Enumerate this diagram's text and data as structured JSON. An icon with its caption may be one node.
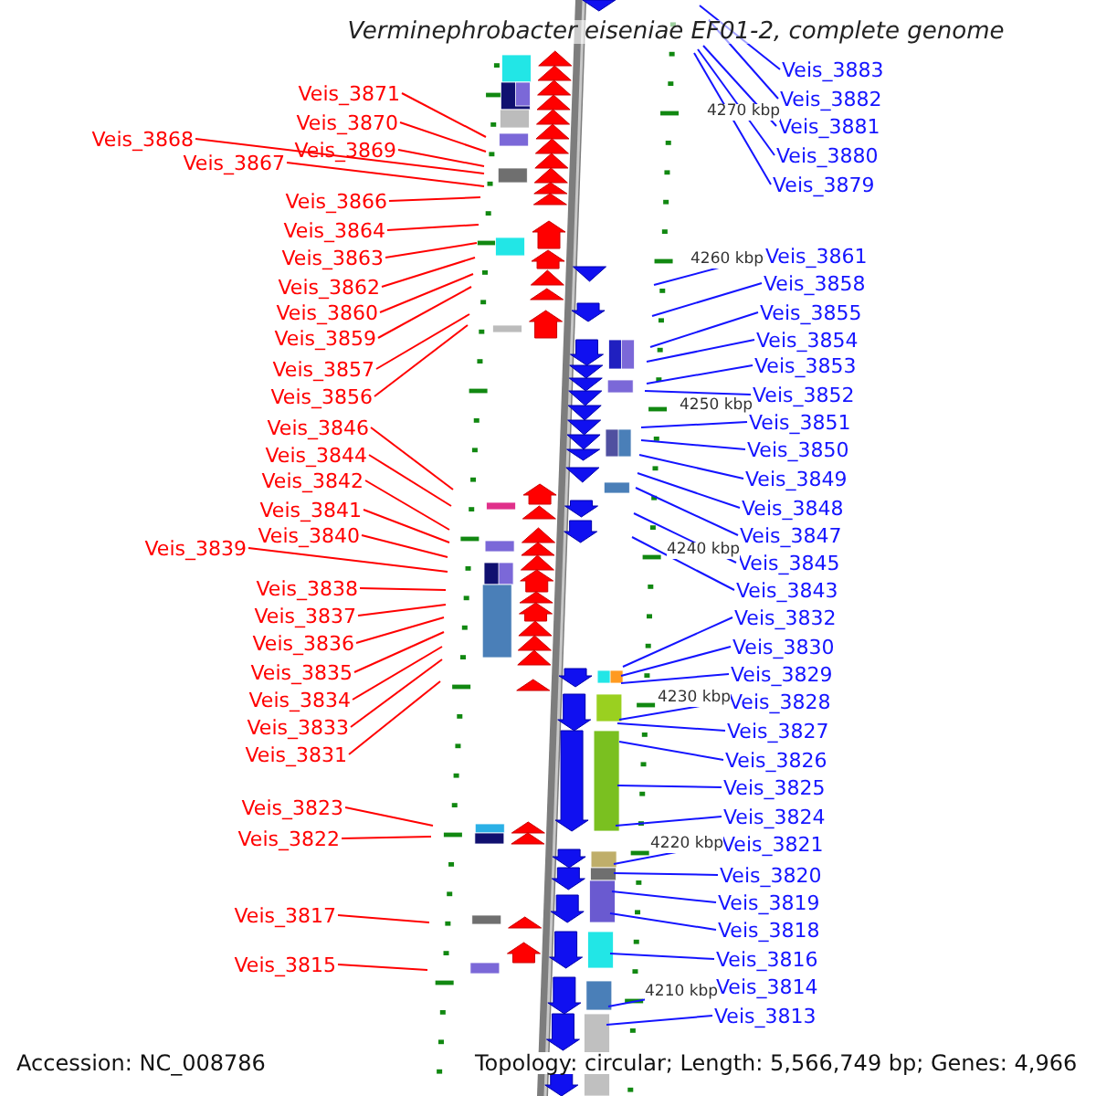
{
  "diagram": {
    "title": "Verminephrobacter eiseniae EF01-2, complete genome",
    "nodes": [
      {
        "text": [
          "Veis_3871"
        ]
      },
      {
        "text": [
          "Veis_3870"
        ]
      },
      {
        "text": [
          "Veis_3868"
        ]
      },
      {
        "text": [
          "Veis_3869"
        ]
      },
      {
        "text": [
          "Veis_3867"
        ]
      },
      {
        "text": [
          "Veis_3866"
        ]
      },
      {
        "text": [
          "Veis_3864"
        ]
      },
      {
        "text": [
          "Veis_3863"
        ]
      },
      {
        "text": [
          "Veis_3862"
        ]
      },
      {
        "text": [
          "Veis_3860"
        ]
      },
      {
        "text": [
          "Veis_3859"
        ]
      },
      {
        "text": [
          "Veis_3857"
        ]
      },
      {
        "text": [
          "Veis_3856"
        ]
      },
      {
        "text": [
          "Veis_3846"
        ]
      },
      {
        "text": [
          "Veis_3844"
        ]
      },
      {
        "text": [
          "Veis_3842"
        ]
      },
      {
        "text": [
          "Veis_3841"
        ]
      },
      {
        "text": [
          "Veis_3840"
        ]
      },
      {
        "text": [
          "Veis_3839"
        ]
      },
      {
        "text": [
          "Veis_3838"
        ]
      },
      {
        "text": [
          "Veis_3837"
        ]
      },
      {
        "text": [
          "Veis_3836"
        ]
      },
      {
        "text": [
          "Veis_3835"
        ]
      },
      {
        "text": [
          "Veis_3834"
        ]
      },
      {
        "text": [
          "Veis_3833"
        ]
      },
      {
        "text": [
          "Veis_3831"
        ]
      },
      {
        "text": [
          "Veis_3823"
        ]
      },
      {
        "text": [
          "Veis_3822"
        ]
      },
      {
        "text": [
          "Veis_3817"
        ]
      },
      {
        "text": [
          "Veis_3815"
        ]
      },
      {
        "text": [
          "Veis_3883"
        ]
      },
      {
        "text": [
          "Veis_3882"
        ]
      },
      {
        "text": [
          "Veis_3881"
        ]
      },
      {
        "text": [
          "Veis_3880"
        ]
      },
      {
        "text": [
          "Veis_3879"
        ]
      },
      {
        "text": [
          "Veis_3861"
        ]
      },
      {
        "text": [
          "Veis_3858"
        ]
      },
      {
        "text": [
          "Veis_3855"
        ]
      },
      {
        "text": [
          "Veis_3854"
        ]
      },
      {
        "text": [
          "Veis_3853"
        ]
      },
      {
        "text": [
          "Veis_3852"
        ]
      },
      {
        "text": [
          "Veis_3851"
        ]
      },
      {
        "text": [
          "Veis_3850"
        ]
      },
      {
        "text": [
          "Veis_3849"
        ]
      },
      {
        "text": [
          "Veis_3848"
        ]
      },
      {
        "text": [
          "Veis_3847"
        ]
      },
      {
        "text": [
          "Veis_3845"
        ]
      },
      {
        "text": [
          "Veis_3843"
        ]
      },
      {
        "text": [
          "Veis_3832"
        ]
      },
      {
        "text": [
          "Veis_3830"
        ]
      },
      {
        "text": [
          "Veis_3829"
        ]
      },
      {
        "text": [
          "Veis_3828"
        ]
      },
      {
        "text": [
          "Veis_3827"
        ]
      },
      {
        "text": [
          "Veis_3826"
        ]
      },
      {
        "text": [
          "Veis_3825"
        ]
      },
      {
        "text": [
          "Veis_3824"
        ]
      },
      {
        "text": [
          "Veis_3821"
        ]
      },
      {
        "text": [
          "Veis_3820"
        ]
      },
      {
        "text": [
          "Veis_3819"
        ]
      },
      {
        "text": [
          "Veis_3818"
        ]
      },
      {
        "text": [
          "Veis_3816"
        ]
      },
      {
        "text": [
          "Veis_3814"
        ]
      },
      {
        "text": [
          "Veis_3813"
        ]
      }
    ],
    "edges": [
      {
        "from": 0,
        "to": null,
        "arrow": "none",
        "color": "#ff0000"
      },
      {
        "from": 1,
        "to": null,
        "arrow": "none",
        "color": "#ff0000"
      },
      {
        "from": 2,
        "to": null,
        "arrow": "none",
        "color": "#ff0000"
      },
      {
        "from": 3,
        "to": null,
        "arrow": "none",
        "color": "#ff0000"
      },
      {
        "from": 4,
        "to": null,
        "arrow": "none",
        "color": "#ff0000"
      },
      {
        "from": 5,
        "to": null,
        "arrow": "none",
        "color": "#ff0000"
      },
      {
        "from": 6,
        "to": null,
        "arrow": "none",
        "color": "#ff0000"
      },
      {
        "from": 7,
        "to": null,
        "arrow": "none",
        "color": "#ff0000"
      },
      {
        "from": 8,
        "to": null,
        "arrow": "none",
        "color": "#ff0000"
      },
      {
        "from": 9,
        "to": null,
        "arrow": "none",
        "color": "#ff0000"
      },
      {
        "from": 10,
        "to": null,
        "arrow": "none",
        "color": "#ff0000"
      },
      {
        "from": 11,
        "to": null,
        "arrow": "none",
        "color": "#ff0000"
      },
      {
        "from": 12,
        "to": null,
        "arrow": "none",
        "color": "#ff0000"
      },
      {
        "from": 13,
        "to": null,
        "arrow": "none",
        "color": "#ff0000"
      },
      {
        "from": 14,
        "to": null,
        "arrow": "none",
        "color": "#ff0000"
      },
      {
        "from": 15,
        "to": null,
        "arrow": "none",
        "color": "#ff0000"
      },
      {
        "from": 16,
        "to": null,
        "arrow": "none",
        "color": "#ff0000"
      },
      {
        "from": 17,
        "to": null,
        "arrow": "none",
        "color": "#ff0000"
      },
      {
        "from": 18,
        "to": null,
        "arrow": "none",
        "color": "#ff0000"
      },
      {
        "from": 19,
        "to": null,
        "arrow": "none",
        "color": "#ff0000"
      },
      {
        "from": 20,
        "to": null,
        "arrow": "none",
        "color": "#ff0000"
      },
      {
        "from": 21,
        "to": null,
        "arrow": "none",
        "color": "#ff0000"
      },
      {
        "from": 22,
        "to": null,
        "arrow": "none",
        "color": "#ff0000"
      },
      {
        "from": 23,
        "to": null,
        "arrow": "none",
        "color": "#ff0000"
      },
      {
        "from": 24,
        "to": null,
        "arrow": "none",
        "color": "#ff0000"
      },
      {
        "from": 25,
        "to": null,
        "arrow": "none",
        "color": "#ff0000"
      },
      {
        "from": 26,
        "to": null,
        "arrow": "none",
        "color": "#ff0000"
      },
      {
        "from": 27,
        "to": null,
        "arrow": "none",
        "color": "#ff0000"
      },
      {
        "from": 28,
        "to": null,
        "arrow": "none",
        "color": "#ff0000"
      },
      {
        "from": 29,
        "to": null,
        "arrow": "none",
        "color": "#ff0000"
      },
      {
        "from": 30,
        "to": null,
        "arrow": "none"
      },
      {
        "from": 31,
        "to": null,
        "arrow": "none"
      },
      {
        "from": 32,
        "to": null,
        "arrow": "none"
      },
      {
        "from": 33,
        "to": null,
        "arrow": "none"
      },
      {
        "from": 34,
        "to": null,
        "arrow": "none"
      },
      {
        "from": 35,
        "to": null,
        "arrow": "none"
      },
      {
        "from": 36,
        "to": null,
        "arrow": "none"
      },
      {
        "from": 37,
        "to": null,
        "arrow": "none"
      },
      {
        "from": 38,
        "to": null,
        "arrow": "none"
      },
      {
        "from": 39,
        "to": null,
        "arrow": "none"
      },
      {
        "from": 40,
        "to": null,
        "arrow": "none"
      },
      {
        "from": 41,
        "to": null,
        "arrow": "none"
      },
      {
        "from": 42,
        "to": null,
        "arrow": "none"
      },
      {
        "from": 43,
        "to": null,
        "arrow": "none"
      },
      {
        "from": 44,
        "to": null,
        "arrow": "none"
      },
      {
        "from": 45,
        "to": null,
        "arrow": "none"
      },
      {
        "from": 46,
        "to": null,
        "arrow": "none"
      },
      {
        "from": 47,
        "to": null,
        "arrow": "none"
      },
      {
        "from": 48,
        "to": null,
        "arrow": "none"
      },
      {
        "from": 49,
        "to": null,
        "arrow": "none"
      },
      {
        "from": 50,
        "to": null,
        "arrow": "none"
      },
      {
        "from": 51,
        "to": null,
        "arrow": "none"
      },
      {
        "from": 52,
        "to": null,
        "arrow": "none"
      },
      {
        "from": 53,
        "to": null,
        "arrow": "none"
      },
      {
        "from": 54,
        "to": null,
        "arrow": "none"
      },
      {
        "from": 55,
        "to": null,
        "arrow": "none"
      },
      {
        "from": 56,
        "to": null,
        "arrow": "none"
      },
      {
        "from": 57,
        "to": null,
        "arrow": "none"
      },
      {
        "from": 58,
        "to": null,
        "arrow": "none"
      },
      {
        "from": 59,
        "to": null,
        "arrow": "none"
      },
      {
        "from": 60,
        "to": null,
        "arrow": "none"
      },
      {
        "from": 61,
        "to": null,
        "arrow": "none"
      },
      {
        "from": 62,
        "to": null,
        "arrow": "none"
      }
    ],
    "labels": [
      "4270 kbp",
      "4260 kbp",
      "4250 kbp",
      "4240 kbp",
      "4230 kbp",
      "4220 kbp",
      "4210 kbp",
      "Accession: NC_008786",
      "Topology: circular; Length: 5,566,749 bp; Genes: 4,966"
    ]
  }
}
